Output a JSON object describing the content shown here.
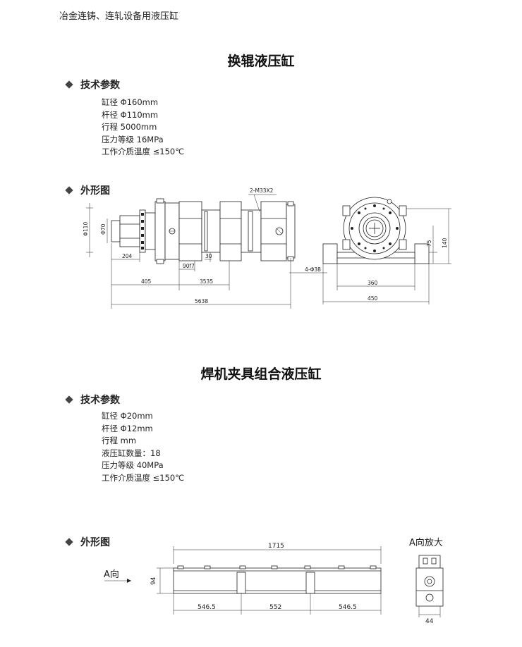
{
  "header": {
    "text": "冶金连铸、连轧设备用液压缸"
  },
  "section1": {
    "title": "换辊液压缸",
    "tech_heading": "技术参数",
    "params": [
      "缸径  Φ160mm",
      "杆径  Φ110mm",
      "行程  5000mm",
      "压力等级 16MPa",
      "工作介质温度 ≤150℃"
    ],
    "outline_heading": "外形图",
    "dims": {
      "thread": "2-M33X2",
      "d110": "Φ110",
      "d70": "Φ70",
      "d204": "204",
      "d90f7": "90f7",
      "d30": "30",
      "d405": "405",
      "d3535": "3535",
      "d5638": "5638",
      "holes": "4-Φ38",
      "d360": "360",
      "d450": "450",
      "d75": "75",
      "d140": "140"
    }
  },
  "section2": {
    "title": "焊机夹具组合液压缸",
    "tech_heading": "技术参数",
    "params": [
      "缸径  Φ20mm",
      "杆径  Φ12mm",
      "行程  mm",
      "液压缸数量：18",
      "压力等级 40MPa",
      "工作介质温度 ≤150℃"
    ],
    "outline_heading": "外形图",
    "dims": {
      "d1715": "1715",
      "d94": "94",
      "d5465a": "546.5",
      "d552": "552",
      "d5465b": "546.5",
      "d44": "44",
      "view_a": "A向",
      "view_a_zoom": "A向放大"
    }
  }
}
